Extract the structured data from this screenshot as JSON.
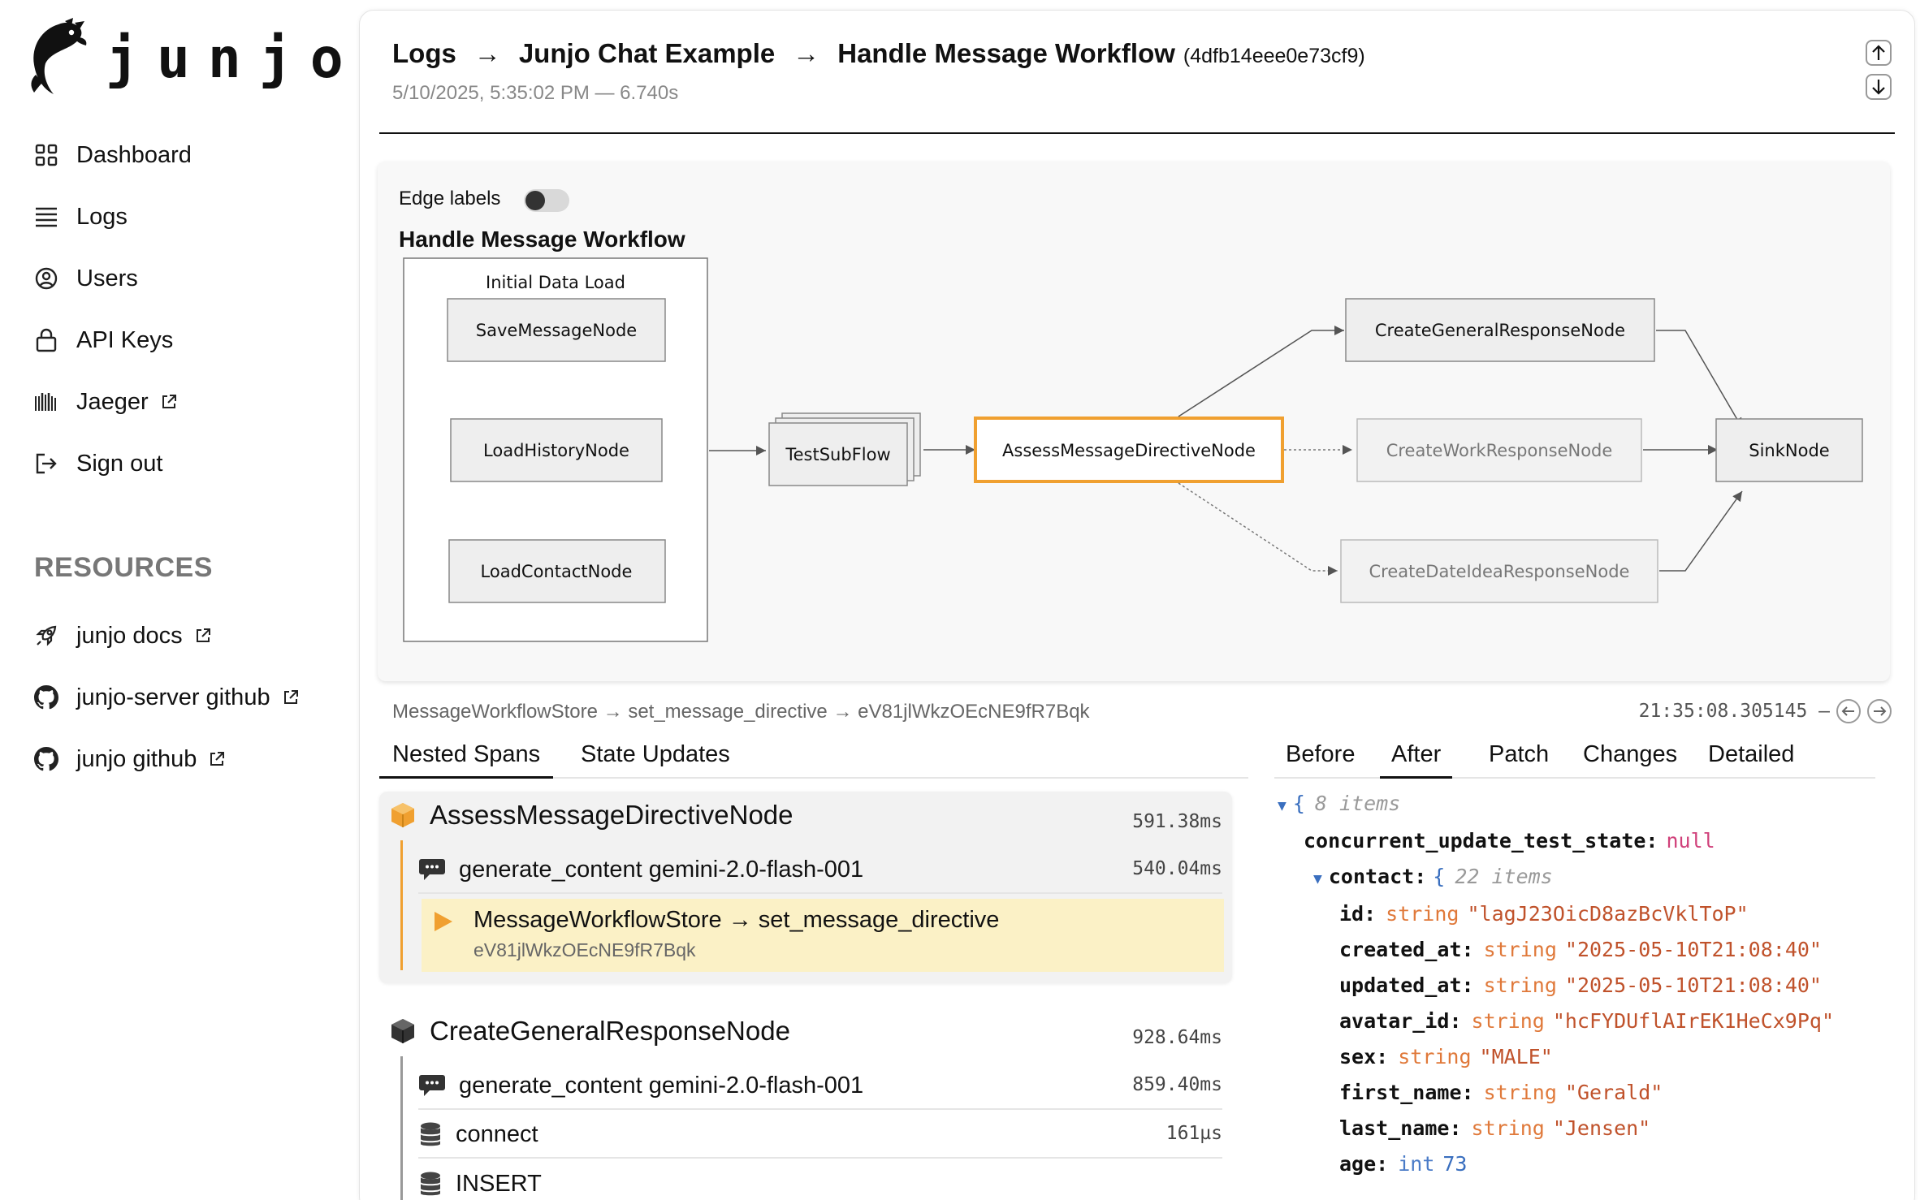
{
  "app": {
    "name": "junjo"
  },
  "sidebar": {
    "items": [
      {
        "label": "Dashboard",
        "icon": "dashboard-grid-icon"
      },
      {
        "label": "Logs",
        "icon": "list-icon"
      },
      {
        "label": "Users",
        "icon": "user-circle-icon"
      },
      {
        "label": "API Keys",
        "icon": "lock-icon"
      },
      {
        "label": "Jaeger",
        "icon": "barcode-icon",
        "external": true
      },
      {
        "label": "Sign out",
        "icon": "sign-out-icon"
      }
    ],
    "resources_heading": "RESOURCES",
    "resources": [
      {
        "label": "junjo docs",
        "icon": "rocket-icon",
        "external": true
      },
      {
        "label": "junjo-server github",
        "icon": "github-icon",
        "external": true
      },
      {
        "label": "junjo github",
        "icon": "github-icon",
        "external": true
      }
    ]
  },
  "header": {
    "breadcrumbs": [
      "Logs",
      "Junjo Chat Example",
      "Handle Message Workflow"
    ],
    "separator": "→",
    "workflow_id": "(4dfb14eee0e73cf9)",
    "timestamp": "5/10/2025, 5:35:02 PM — 6.740s"
  },
  "graph": {
    "edge_labels_label": "Edge labels",
    "edge_labels_enabled": false,
    "title": "Handle Message Workflow",
    "subflow_group": "Initial Data Load",
    "nodes": {
      "save_message": "SaveMessageNode",
      "load_history": "LoadHistoryNode",
      "load_contact": "LoadContactNode",
      "test_subflow": "TestSubFlow",
      "assess": "AssessMessageDirectiveNode",
      "create_general": "CreateGeneralResponseNode",
      "create_work": "CreateWorkResponseNode",
      "create_date": "CreateDateIdeaResponseNode",
      "sink": "SinkNode"
    },
    "highlight_color": "#f0a030"
  },
  "detail": {
    "path": "MessageWorkflowStore → set_message_directive → eV81jlWkzOEcNE9fR7Bqk",
    "timestamp": "21:35:08.305145 –"
  },
  "left_tabs": [
    "Nested Spans",
    "State Updates"
  ],
  "spans": [
    {
      "name": "AssessMessageDirectiveNode",
      "duration": "591.38ms",
      "children": [
        {
          "name": "generate_content gemini-2.0-flash-001",
          "duration": "540.04ms"
        }
      ],
      "highlight": {
        "title": "MessageWorkflowStore → set_message_directive",
        "id": "eV81jlWkzOEcNE9fR7Bqk"
      }
    },
    {
      "name": "CreateGeneralResponseNode",
      "duration": "928.64ms",
      "children": [
        {
          "name": "generate_content gemini-2.0-flash-001",
          "duration": "859.40ms"
        },
        {
          "name": "connect",
          "duration": "161µs"
        },
        {
          "name": "INSERT",
          "duration": ""
        }
      ]
    }
  ],
  "right_tabs": [
    "Before",
    "After",
    "Patch",
    "Changes",
    "Detailed"
  ],
  "json_view": {
    "root_count": "8 items",
    "concurrent_key": "concurrent_update_test_state:",
    "concurrent_val": "null",
    "contact_key": "contact:",
    "contact_count": "22 items",
    "fields": [
      {
        "key": "id:",
        "type": "string",
        "value": "\"lagJ23OicD8azBcVklToP\""
      },
      {
        "key": "created_at:",
        "type": "string",
        "value": "\"2025-05-10T21:08:40\""
      },
      {
        "key": "updated_at:",
        "type": "string",
        "value": "\"2025-05-10T21:08:40\""
      },
      {
        "key": "avatar_id:",
        "type": "string",
        "value": "\"hcFYDUflAIrEK1HeCx9Pq\""
      },
      {
        "key": "sex:",
        "type": "string",
        "value": "\"MALE\""
      },
      {
        "key": "first_name:",
        "type": "string",
        "value": "\"Gerald\""
      },
      {
        "key": "last_name:",
        "type": "string",
        "value": "\"Jensen\""
      },
      {
        "key": "age:",
        "type": "int",
        "value": "73"
      }
    ]
  }
}
